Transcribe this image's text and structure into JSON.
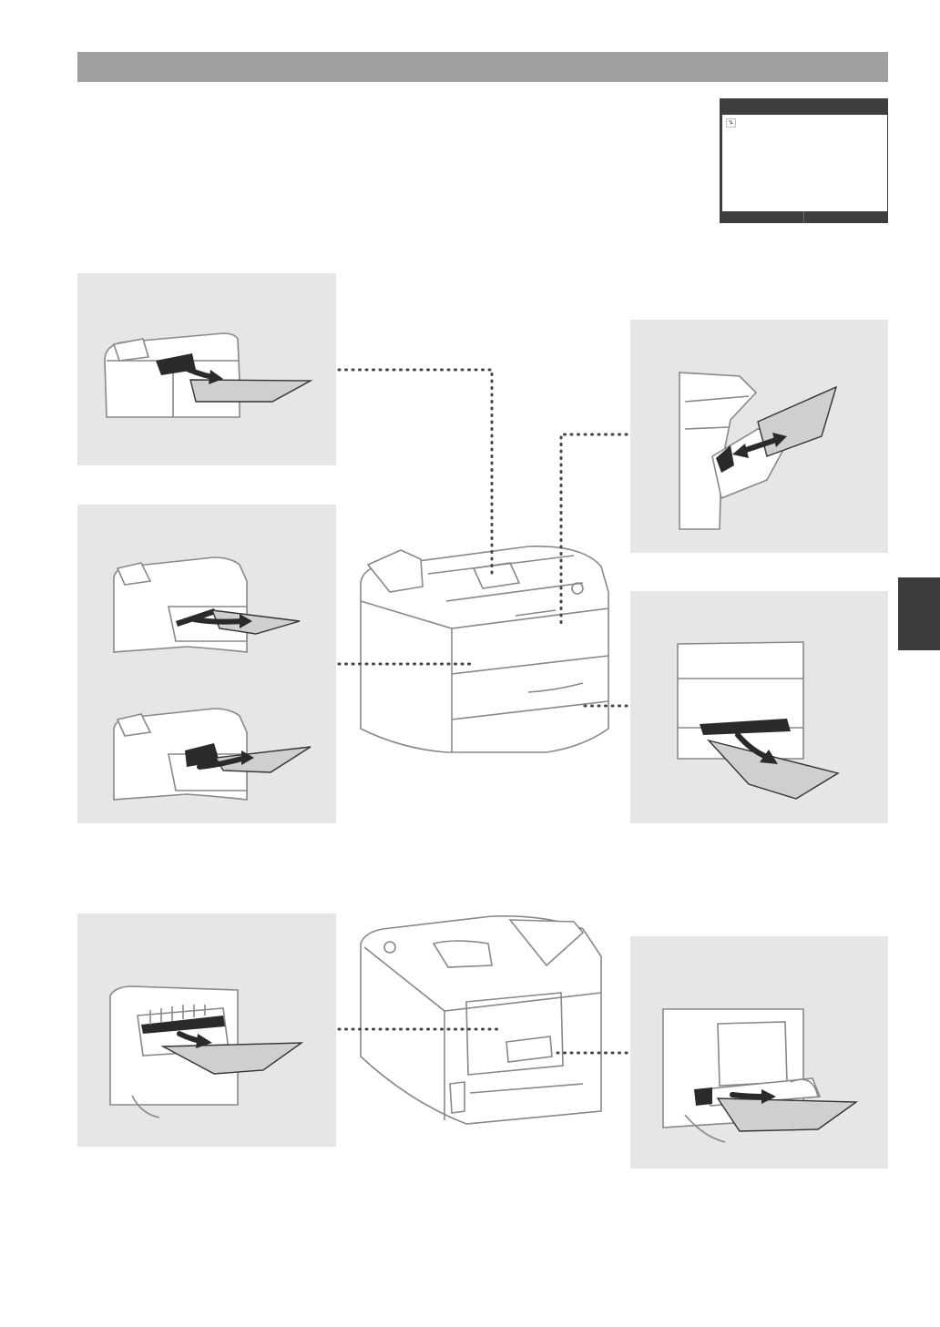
{
  "page": {
    "background": "#ffffff",
    "header_bar_color": "#a0a0a0",
    "panel_color": "#e6e6e6",
    "side_tab_color": "#3c3c3c"
  },
  "lcd": {
    "icon": "paper-jam-icon",
    "frame_color": "#3e3e3e"
  },
  "figures": [
    {
      "name": "output-tray-jam",
      "icon": "printer-output-tray-illustration"
    },
    {
      "name": "front-cover-jam",
      "icon": "printer-front-cover-illustration"
    },
    {
      "name": "multipurpose-tray-jam",
      "icon": "multipurpose-tray-illustration"
    },
    {
      "name": "paper-drawer-jam",
      "icon": "paper-drawer-illustration"
    },
    {
      "name": "rear-cover-jam",
      "icon": "printer-rear-cover-illustration"
    },
    {
      "name": "duplex-unit-jam",
      "icon": "duplex-unit-illustration"
    }
  ]
}
